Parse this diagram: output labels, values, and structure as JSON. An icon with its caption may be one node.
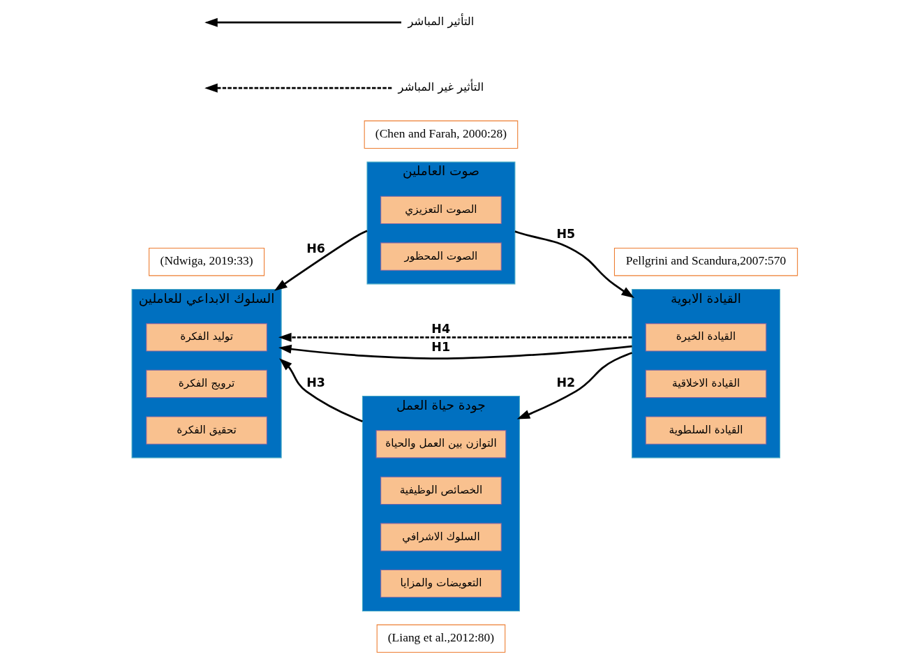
{
  "diagram": {
    "nodes": [
      {
        "text": [
          "(Liang et al.,2012:80)"
        ]
      },
      {
        "text": [
          "صوت العاملين"
        ]
      },
      {
        "text": [
          "الصوت التعزيزي"
        ],
        "in": 1
      },
      {
        "text": [
          "الصوت المحظور"
        ],
        "in": 1
      },
      {
        "text": [
          "(Ndwiga, 2019:33)"
        ]
      },
      {
        "text": [
          "(Chen and Farah, 2000:28)"
        ]
      },
      {
        "text": [
          "Pellgrini and Scandura,2007:570"
        ]
      },
      {
        "text": [
          "السلوك الابداعي للعاملين"
        ]
      },
      {
        "text": [
          "توليد الفكرة"
        ],
        "in": 7
      },
      {
        "text": [
          "ترويج الفكرة"
        ],
        "in": 7
      },
      {
        "text": [
          "تحقيق الفكرة"
        ],
        "in": 7
      },
      {
        "text": [
          "جودة حياة العمل"
        ]
      },
      {
        "text": [
          "التوازن بين العمل والحياة"
        ],
        "in": 11
      },
      {
        "text": [
          "الخصائص الوظيفية"
        ],
        "in": 11
      },
      {
        "text": [
          "السلوك الاشرافي"
        ],
        "in": 11
      },
      {
        "text": [
          "التعويضات والمزايا"
        ],
        "in": 11
      },
      {
        "text": [
          "القيادة الابوية"
        ]
      },
      {
        "text": [
          "القيادة الخيرة"
        ],
        "in": 16
      },
      {
        "text": [
          "القيادة الاخلاقية"
        ],
        "in": 16
      },
      {
        "text": [
          "القيادة السلطوية"
        ],
        "in": 16
      }
    ],
    "edges": [
      {
        "from": 1,
        "to": 7,
        "arrow": "to",
        "label": "H6"
      },
      {
        "from": 1,
        "to": 16,
        "arrow": "to",
        "label": "H5"
      },
      {
        "from": 11,
        "to": 7,
        "arrow": "to",
        "label": "H3"
      },
      {
        "from": 16,
        "to": 11,
        "arrow": "to",
        "label": "H2"
      },
      {
        "from": 16,
        "to": 7,
        "arrow": "to",
        "label": "H4",
        "style": "dashed"
      },
      {
        "from": 16,
        "to": 7,
        "arrow": "to",
        "label": "H1"
      }
    ],
    "legend": [
      {
        "text": "التأثير المباشر"
      },
      {
        "text": "التأثير غير المباشر"
      }
    ]
  }
}
